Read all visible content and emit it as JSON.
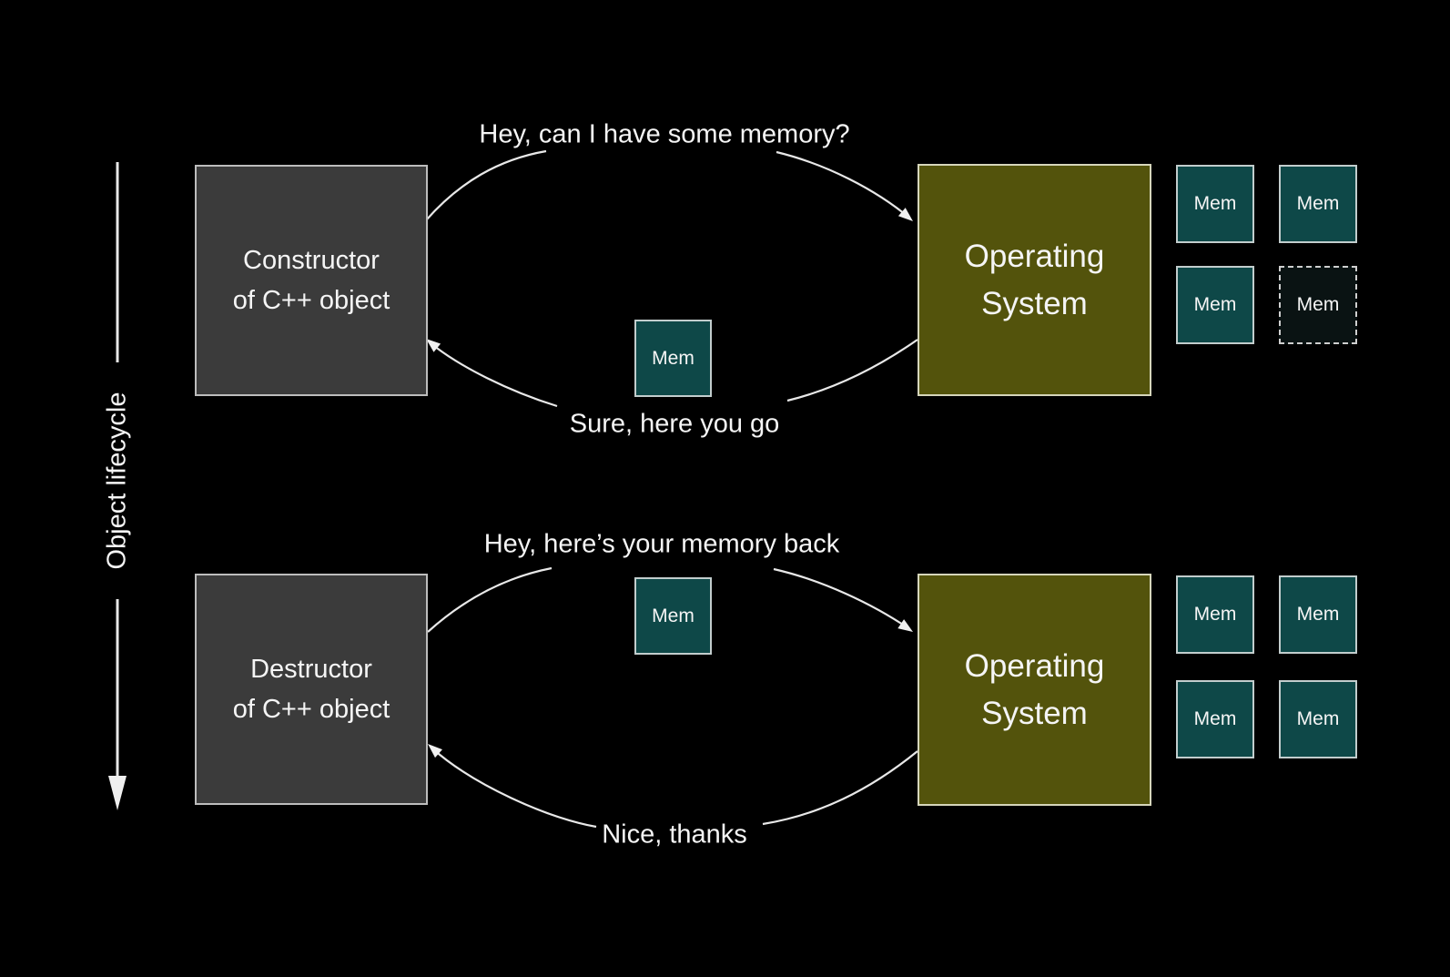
{
  "lifecycle_axis": {
    "label": "Object lifecycle"
  },
  "top_flow": {
    "requester": {
      "line1": "Constructor",
      "line2": "of C++ object"
    },
    "os": {
      "line1": "Operating",
      "line2": "System"
    },
    "request_label": "Hey, can I have some memory?",
    "response_label": "Sure, here you go",
    "mem_in_transit": "Mem"
  },
  "bottom_flow": {
    "requester": {
      "line1": "Destructor",
      "line2": "of C++ object"
    },
    "os": {
      "line1": "Operating",
      "line2": "System"
    },
    "request_label": "Hey, here’s your memory back",
    "response_label": "Nice, thanks",
    "mem_in_transit": "Mem"
  },
  "mem_grids": {
    "top": {
      "cells": [
        {
          "label": "Mem",
          "state": "allocated"
        },
        {
          "label": "Mem",
          "state": "allocated"
        },
        {
          "label": "Mem",
          "state": "allocated"
        },
        {
          "label": "Mem",
          "state": "given-away"
        }
      ]
    },
    "bottom": {
      "cells": [
        {
          "label": "Mem",
          "state": "allocated"
        },
        {
          "label": "Mem",
          "state": "allocated"
        },
        {
          "label": "Mem",
          "state": "allocated"
        },
        {
          "label": "Mem",
          "state": "allocated"
        }
      ]
    }
  },
  "colors": {
    "background": "#000000",
    "actor_fill": "#3b3b3b",
    "actor_border": "#bdbdbd",
    "os_fill": "#53530c",
    "os_border": "#d6d6bb",
    "mem_fill": "#0e4848",
    "mem_border": "#c2cdcd",
    "mem_ghost_fill": "#0a1313",
    "arrow_stroke": "#e8e8e8",
    "text": "#f5f5f5"
  }
}
